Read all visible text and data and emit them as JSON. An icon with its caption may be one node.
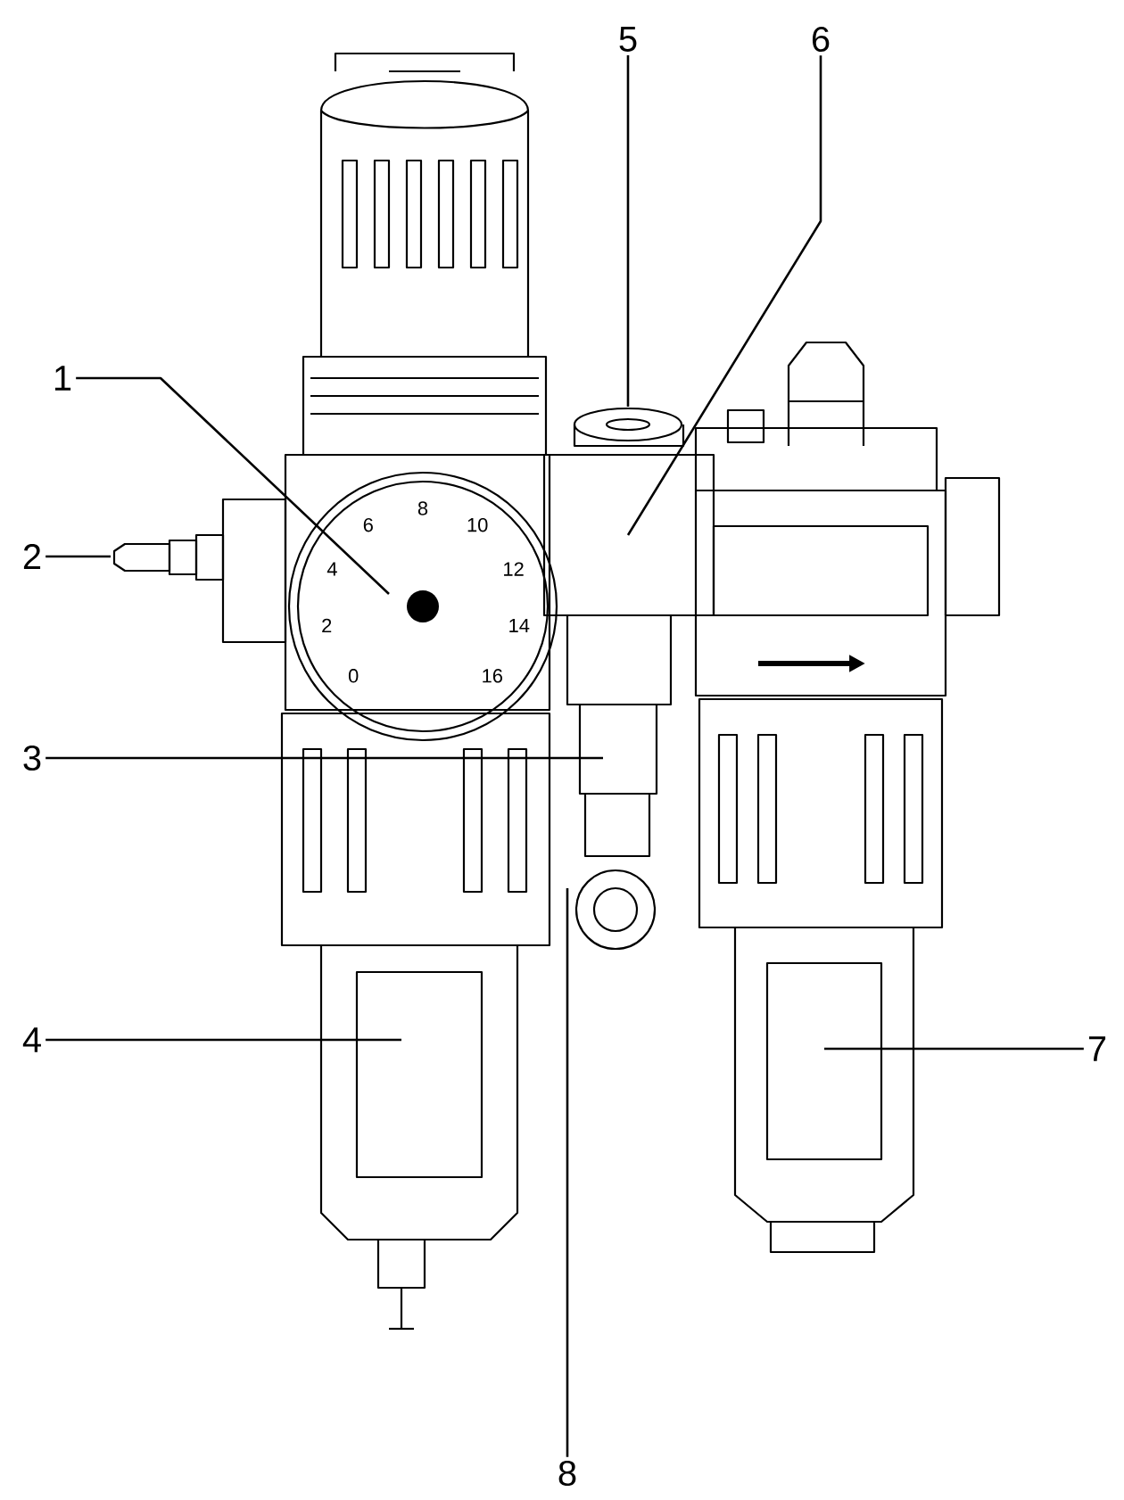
{
  "diagram": {
    "nodes": [
      {
        "text": [
          "1"
        ]
      },
      {
        "text": [
          "2"
        ]
      },
      {
        "text": [
          "3"
        ]
      },
      {
        "text": [
          "4"
        ]
      },
      {
        "text": [
          "5"
        ]
      },
      {
        "text": [
          "6"
        ]
      },
      {
        "text": [
          "7"
        ]
      },
      {
        "text": [
          "8"
        ]
      }
    ],
    "edges": [
      {
        "from": 0,
        "to": null,
        "arrow": "none"
      },
      {
        "from": 1,
        "to": null,
        "arrow": "none"
      },
      {
        "from": 2,
        "to": null,
        "arrow": "none"
      },
      {
        "from": 3,
        "to": null,
        "arrow": "none"
      },
      {
        "from": 4,
        "to": null,
        "arrow": "none"
      },
      {
        "from": 5,
        "to": null,
        "arrow": "none"
      },
      {
        "from": 6,
        "to": null,
        "arrow": "none"
      },
      {
        "from": 7,
        "to": null,
        "arrow": "none"
      }
    ],
    "labels": [
      "0",
      "2",
      "4",
      "6",
      "8",
      "10",
      "12",
      "14",
      "16"
    ]
  }
}
